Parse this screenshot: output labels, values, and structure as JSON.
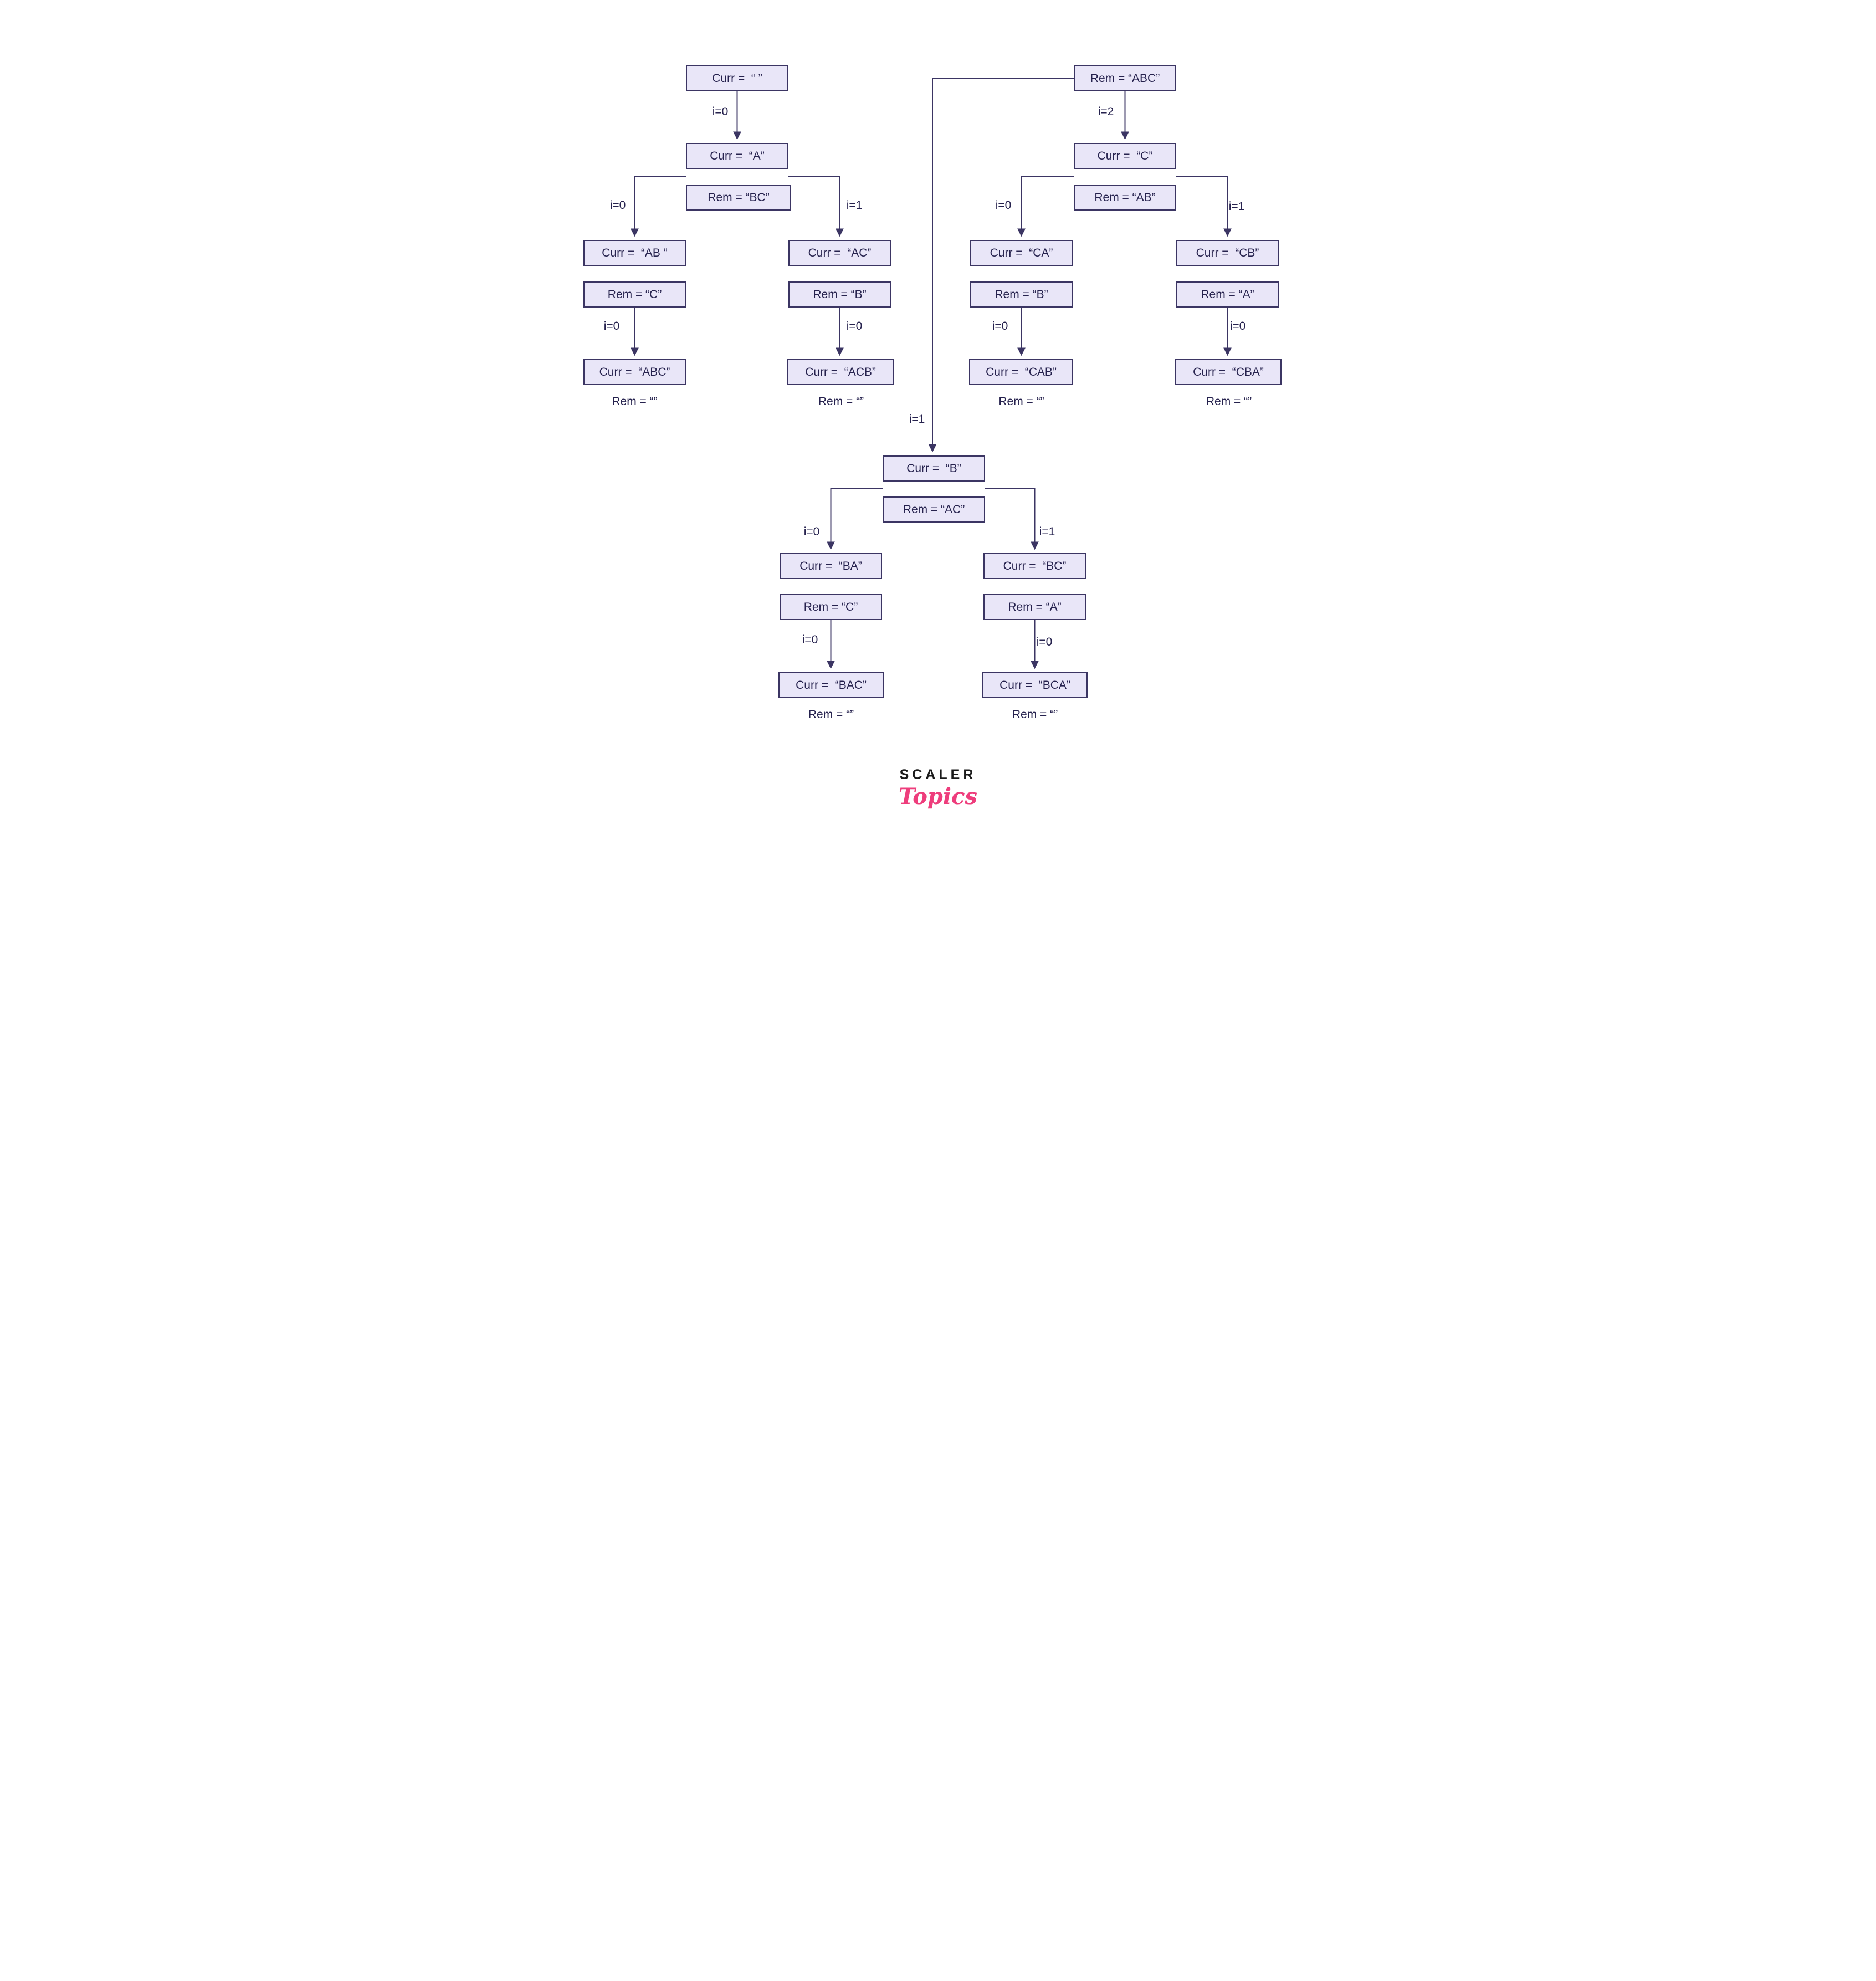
{
  "diagram": {
    "description": "Recursion tree for generating permutations of the string ABC",
    "colors": {
      "box_fill": "#E9E6F8",
      "box_border": "#3B3563",
      "text": "#26224E",
      "arrow": "#3B3563",
      "logo_black": "#1B1B1B",
      "logo_pink": "#EE3D7C"
    },
    "nodes": {
      "root_empty": "Curr =  “ ”",
      "a_curr": "Curr =  “A”",
      "a_rem": "Rem = “BC”",
      "ab_curr": "Curr =  “AB ”",
      "ab_rem": "Rem = “C”",
      "abc_curr": "Curr =  “ABC”",
      "abc_rem": "Rem = “”",
      "ac_curr": "Curr =  “AC”",
      "ac_rem": "Rem = “B”",
      "acb_curr": "Curr =  “ACB”",
      "acb_rem": "Rem = “”",
      "root_rem_abc": "Rem = “ABC”",
      "c_curr": "Curr =  “C”",
      "c_rem": "Rem = “AB”",
      "ca_curr": "Curr =  “CA”",
      "ca_rem": "Rem = “B”",
      "cab_curr": "Curr =  “CAB”",
      "cab_rem": "Rem = “”",
      "cb_curr": "Curr =  “CB”",
      "cb_rem": "Rem = “A”",
      "cba_curr": "Curr =  “CBA”",
      "cba_rem": "Rem = “”",
      "b_curr": "Curr =  “B”",
      "b_rem": "Rem = “AC”",
      "ba_curr": "Curr =  “BA”",
      "ba_rem": "Rem = “C”",
      "bac_curr": "Curr =  “BAC”",
      "bac_rem": "Rem = “”",
      "bc_curr": "Curr =  “BC”",
      "bc_rem": "Rem = “A”",
      "bca_curr": "Curr =  “BCA”",
      "bca_rem": "Rem = “”"
    },
    "labels": {
      "i0": "i=0",
      "i1": "i=1",
      "i2": "i=2"
    }
  },
  "logo": {
    "scaler": "SCALER",
    "topics": "Topics"
  }
}
